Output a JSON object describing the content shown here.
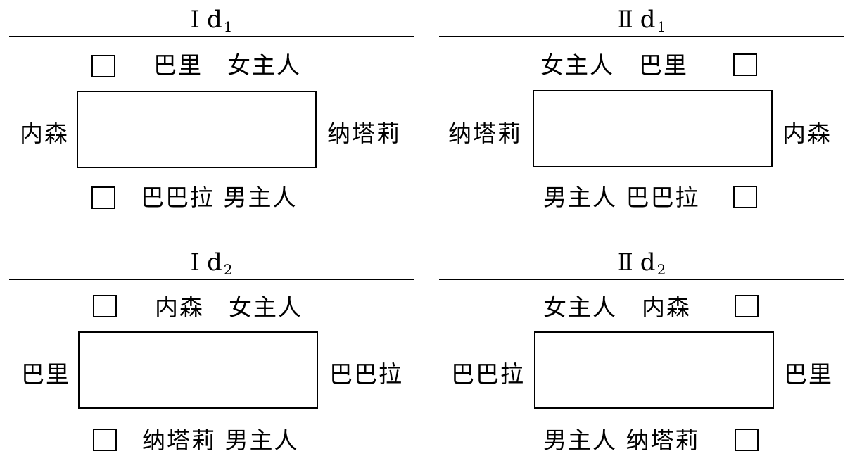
{
  "colors": {
    "ink": "#000000",
    "paper": "#ffffff"
  },
  "panels": [
    {
      "title": {
        "roman": "Ⅰ",
        "letter": "d",
        "sub": "1"
      },
      "top_label": "巴里　女主人",
      "left_label": "内森",
      "right_label": "纳塔莉",
      "bottom_label": "巴巴拉 男主人"
    },
    {
      "title": {
        "roman": "Ⅱ",
        "letter": "d",
        "sub": "1"
      },
      "top_label": "女主人　巴里",
      "left_label": "纳塔莉",
      "right_label": "内森",
      "bottom_label": "男主人 巴巴拉"
    },
    {
      "title": {
        "roman": "Ⅰ",
        "letter": "d",
        "sub": "2"
      },
      "top_label": "内森　女主人",
      "left_label": "巴里",
      "right_label": "巴巴拉",
      "bottom_label": "纳塔莉 男主人"
    },
    {
      "title": {
        "roman": "Ⅱ",
        "letter": "d",
        "sub": "2"
      },
      "top_label": "女主人　内森",
      "left_label": "巴巴拉",
      "right_label": "巴里",
      "bottom_label": "男主人 纳塔莉"
    }
  ]
}
